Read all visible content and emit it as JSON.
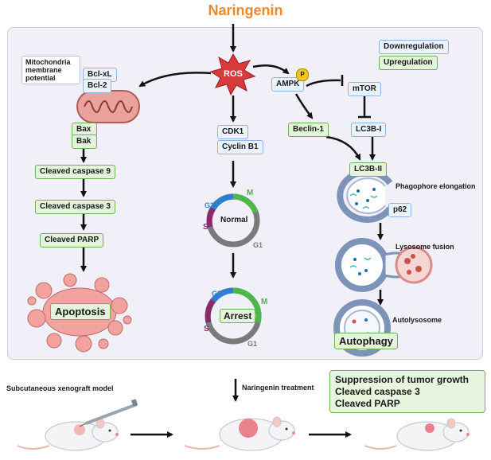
{
  "title": "Naringenin",
  "legend": {
    "down": "Downregulation",
    "up": "Upregulation"
  },
  "ros": "ROS",
  "ampk": "AMPK",
  "phospho": "P",
  "mtor": "mTOR",
  "beclin": "Beclin-1",
  "lc3b1": "LC3B-I",
  "lc3b2": "LC3B-II",
  "p62": "p62",
  "mito": {
    "label": "Mitochondria membrane potential",
    "bclxl": "Bcl-xL",
    "bcl2": "Bcl-2",
    "bax": "Bax",
    "bak": "Bak"
  },
  "caspase9": "Cleaved caspase 9",
  "caspase3": "Cleaved caspase 3",
  "parp": "Cleaved PARP",
  "apoptosis": "Apoptosis",
  "cdk1": "CDK1",
  "cyclinb1": "Cyclin B1",
  "cycle_normal": {
    "center": "Normal",
    "g2": "G2",
    "m": "M",
    "s": "S",
    "g1": "G1"
  },
  "cycle_arrest": {
    "center": "Arrest",
    "g2": "G2",
    "m": "M",
    "s": "S",
    "g1": "G1"
  },
  "phagophore": "Phagophore elongation",
  "lysosome": "Lysosome fusion",
  "autolysosome": "Autolysosome",
  "autophagy": "Autophagy",
  "bottom": {
    "model": "Subcutaneous xenograft model",
    "treatment": "Naringenin treatment",
    "result": [
      "Suppression of tumor growth",
      "Cleaved caspase 3",
      "Cleaved PARP"
    ]
  },
  "colors": {
    "title": "#ee8a2a",
    "ros": "#d63a3a",
    "g2": "#2f7fd1",
    "m": "#4db848",
    "s": "#8a2a6a",
    "g1": "#7a7a7a"
  }
}
